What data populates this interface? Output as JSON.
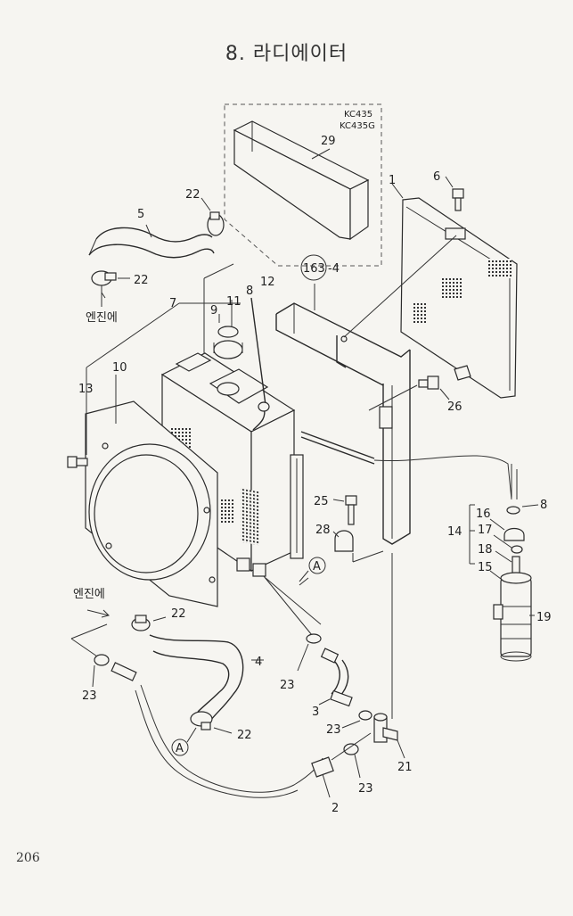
{
  "title": "8. 라디에이터",
  "page_number": "206",
  "models": [
    "KC435",
    "KC435G"
  ],
  "ref_circle": "163",
  "ref_suffix": "-4",
  "to_engine": "엔진에",
  "callout": "A",
  "part_numbers": [
    "1",
    "2",
    "3",
    "4",
    "5",
    "6",
    "7",
    "8",
    "9",
    "10",
    "11",
    "12",
    "13",
    "14",
    "15",
    "16",
    "17",
    "18",
    "19",
    "21",
    "22",
    "23",
    "25",
    "26",
    "28",
    "29"
  ]
}
